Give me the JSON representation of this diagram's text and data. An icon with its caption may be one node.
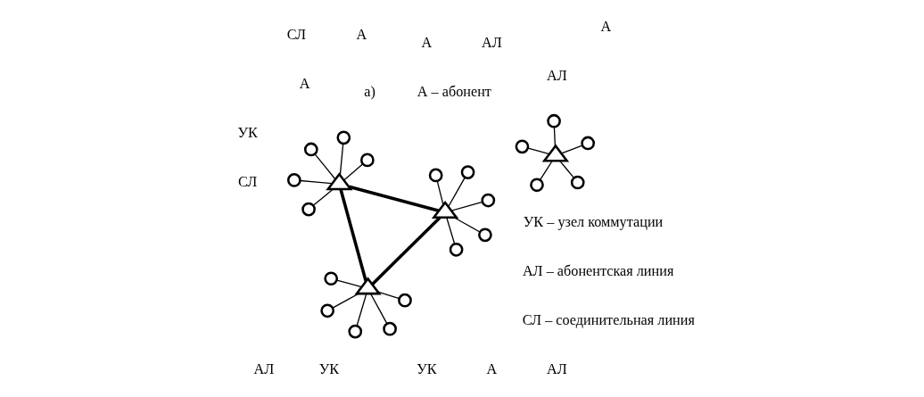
{
  "diagram": {
    "nodes": [
      {
        "text": [],
        "shape": "triangle"
      },
      {
        "text": [],
        "shape": "circle"
      },
      {
        "text": [],
        "shape": "circle"
      },
      {
        "text": [],
        "shape": "circle"
      },
      {
        "text": [],
        "shape": "circle"
      },
      {
        "text": [],
        "shape": "circle"
      },
      {
        "text": [],
        "shape": "triangle"
      },
      {
        "text": [],
        "shape": "circle"
      },
      {
        "text": [],
        "shape": "circle"
      },
      {
        "text": [],
        "shape": "circle"
      },
      {
        "text": [],
        "shape": "circle"
      },
      {
        "text": [],
        "shape": "circle"
      },
      {
        "text": [],
        "shape": "triangle"
      },
      {
        "text": [],
        "shape": "triangle"
      },
      {
        "text": [],
        "shape": "circle"
      },
      {
        "text": [],
        "shape": "circle"
      },
      {
        "text": [],
        "shape": "circle"
      },
      {
        "text": [],
        "shape": "circle"
      },
      {
        "text": [],
        "shape": "circle"
      },
      {
        "text": [],
        "shape": "circle"
      },
      {
        "text": [],
        "shape": "circle"
      },
      {
        "text": [],
        "shape": "circle"
      },
      {
        "text": [],
        "shape": "circle"
      },
      {
        "text": [],
        "shape": "circle"
      }
    ],
    "edges": [
      {
        "from": 0,
        "to": 1,
        "arrow": "none"
      },
      {
        "from": 0,
        "to": 2,
        "arrow": "none"
      },
      {
        "from": 0,
        "to": 3,
        "arrow": "none"
      },
      {
        "from": 0,
        "to": 4,
        "arrow": "none"
      },
      {
        "from": 0,
        "to": 5,
        "arrow": "none"
      },
      {
        "from": 6,
        "to": 7,
        "arrow": "none"
      },
      {
        "from": 6,
        "to": 8,
        "arrow": "none"
      },
      {
        "from": 6,
        "to": 9,
        "arrow": "none"
      },
      {
        "from": 6,
        "to": 10,
        "arrow": "none"
      },
      {
        "from": 6,
        "to": 11,
        "arrow": "none"
      },
      {
        "from": 6,
        "to": 12,
        "arrow": "none",
        "style": "thick"
      },
      {
        "from": 6,
        "to": 13,
        "arrow": "none",
        "style": "thick"
      },
      {
        "from": 12,
        "to": 13,
        "arrow": "none",
        "style": "thick"
      },
      {
        "from": 12,
        "to": 14,
        "arrow": "none"
      },
      {
        "from": 12,
        "to": 15,
        "arrow": "none"
      },
      {
        "from": 12,
        "to": 16,
        "arrow": "none"
      },
      {
        "from": 12,
        "to": 17,
        "arrow": "none"
      },
      {
        "from": 12,
        "to": 18,
        "arrow": "none"
      },
      {
        "from": 13,
        "to": 19,
        "arrow": "none"
      },
      {
        "from": 13,
        "to": 20,
        "arrow": "none"
      },
      {
        "from": 13,
        "to": 21,
        "arrow": "none"
      },
      {
        "from": 13,
        "to": 22,
        "arrow": "none"
      },
      {
        "from": 13,
        "to": 23,
        "arrow": "none"
      }
    ],
    "labels": [
      "а)",
      "А",
      "АЛ",
      "УК",
      "А",
      "АЛ",
      "АЛ",
      "А",
      "АЛ",
      "УК",
      "А",
      "СЛ",
      "А",
      "УК",
      "СЛ",
      "А – абонент",
      "АЛ – абонентская линия",
      "УК – узел коммутации",
      "СЛ – соединительная линия"
    ]
  }
}
